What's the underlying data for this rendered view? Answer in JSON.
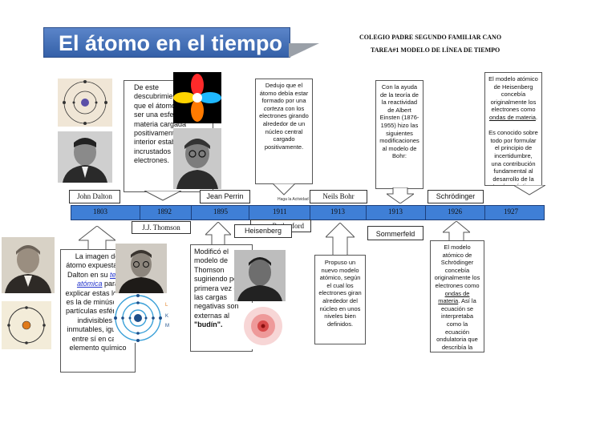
{
  "title": "El átomo en el tiempo",
  "school": "COLEGIO PADRE SEGUNDO FAMILIAR CANO",
  "assignment": "TAREA#1 MODELO DE LÍNEA DE TIEMPO",
  "years": [
    "1803",
    "1892",
    "1895",
    "1911",
    "1913",
    "1913",
    "1926",
    "1927"
  ],
  "scientists": {
    "dalton": "John Dalton",
    "thomson": "J.J. Thomson",
    "perrin": "Jean Perrin",
    "heisenberg": "Heisenberg",
    "rutherford": "Rutherford",
    "bohr": "Neils Bohr",
    "sommerfeld": "Sommerfeld",
    "schrodinger": "Schrödinger"
  },
  "overlay_text": "Haga la Actividad",
  "cards": {
    "thomson": "De este descubrimiento dedujo que el átomo debía de ser una esfera de materia cargada positivamente, en cuyo interior estaban incrustados los electrones.",
    "rutherford_a": "Dedujo que el átomo debía estar formado por una",
    "rutherford_em": "corteza",
    "rutherford_b": "con los electrones girando alrededor de un núcleo central cargado positivamente.",
    "sommerfeld": "Con la ayuda de la teoría de la reactividad de Albert Einsten (1876-1955) hizo las siguientes modificaciones al modelo de Bohr:",
    "heisenberg_a": "El modelo atómico de Heisenberg concebía originalmente los electrones como",
    "heisenberg_u": "ondas de materia",
    "heisenberg_b": "Es conocido sobre todo por formular el principio de incertidumbre, una contribución fundamental al desarrollo de la teoría cuántica.",
    "dalton_a": "La imagen del átomo expuesta por Dalton en su",
    "dalton_link": "teoría atómica",
    "dalton_b": "para explicar estas leyes, es la de minúsculas partículas esféricas, indivisibles e inmutables, iguales entre sí en cada elemento químico",
    "perrin_a": "Modificó el modelo de Thomson sugiriendo por primera vez que las cargas negativas son externas al",
    "perrin_b": "\"budín\".",
    "bohr": "Propuso un nuevo modelo atómico, según el cual los electrones giran alrededor del núcleo en unos niveles bien definidos.",
    "schrodinger_a": "El modelo atómico de Schrödinger concebía originalmente los electrones como",
    "schrodinger_u": "ondas de materia",
    "schrodinger_b": "Así la ecuación se interpretaba como la ecuación ondulatoria que describía la evolución en el tiempo y el espacio de dicha onda material."
  },
  "bohr_diagram_labels": [
    "L",
    "K",
    "M"
  ],
  "colors": {
    "banner": "#3f6db5",
    "timeline": "#3f7fd6",
    "link": "#2233cc"
  }
}
